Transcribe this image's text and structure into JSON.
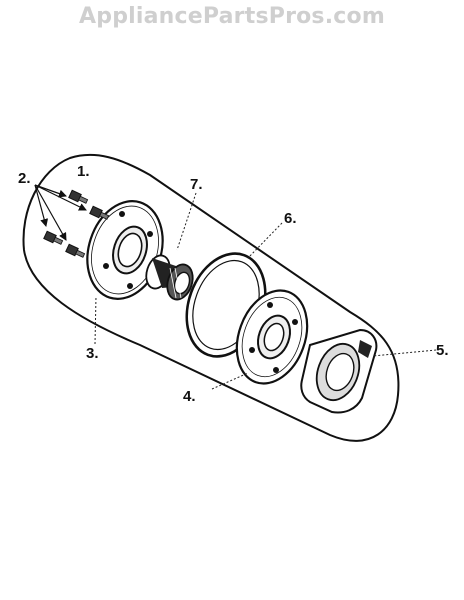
{
  "watermark": {
    "text": "AppliancePartsPros.com"
  },
  "callouts": {
    "c1": "1.",
    "c2": "2.",
    "c3": "3.",
    "c4": "4.",
    "c5": "5.",
    "c6": "6.",
    "c7": "7."
  },
  "colors": {
    "line": "#111111",
    "watermark": "#cfcfcf",
    "background": "#ffffff"
  }
}
